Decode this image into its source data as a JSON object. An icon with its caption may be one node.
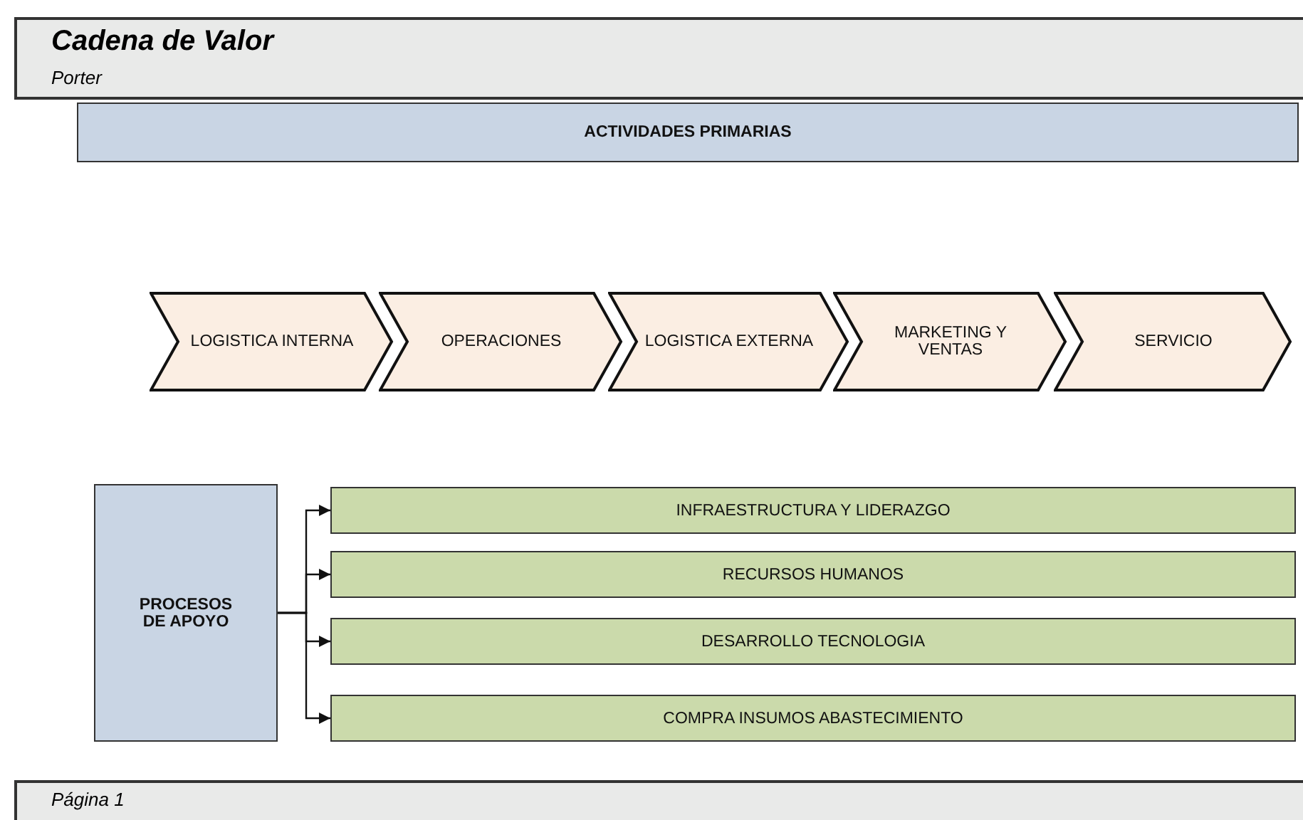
{
  "diagram": {
    "title": "Cadena de Valor",
    "nodes": [
      {
        "text": [
          "ACTIVIDADES PRIMARIAS"
        ]
      },
      {
        "text": [
          "LOGISTICA INTERNA"
        ]
      },
      {
        "text": [
          "OPERACIONES"
        ]
      },
      {
        "text": [
          "LOGISTICA EXTERNA"
        ]
      },
      {
        "text": [
          "MARKETING Y VENTAS"
        ]
      },
      {
        "text": [
          "SERVICIO"
        ]
      },
      {
        "text": [
          "PROCESOS DE APOYO"
        ]
      },
      {
        "text": [
          "INFRAESTRUCTURA Y LIDERAZGO"
        ]
      },
      {
        "text": [
          "RECURSOS HUMANOS"
        ]
      },
      {
        "text": [
          "DESARROLLO TECNOLOGIA"
        ]
      },
      {
        "text": [
          "COMPRA INSUMOS ABASTECIMIENTO"
        ]
      }
    ],
    "edges": [
      {
        "from": 6,
        "to": 7,
        "arrow": "to"
      },
      {
        "from": 6,
        "to": 8,
        "arrow": "to"
      },
      {
        "from": 6,
        "to": 9,
        "arrow": "to"
      },
      {
        "from": 6,
        "to": 10,
        "arrow": "to"
      }
    ],
    "labels": [
      "Porter",
      "Página 1"
    ]
  }
}
